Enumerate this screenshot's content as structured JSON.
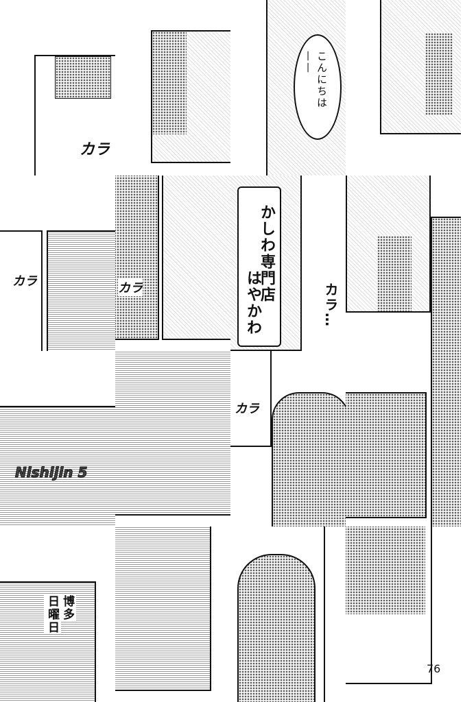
{
  "dialogue": {
    "greeting": "こんにちは——"
  },
  "sfx": {
    "kara1": "カラ",
    "kara2": "カラ",
    "kara3": "カラ",
    "kara4": "カラ…",
    "kara5": "カラ"
  },
  "signs": {
    "shop_line1": "かしわ専門店",
    "shop_line2": "はやかわ",
    "arch": "Nishijin 5",
    "hakata_line1": "博多",
    "hakata_line2": "日曜日"
  },
  "page_number": "76"
}
